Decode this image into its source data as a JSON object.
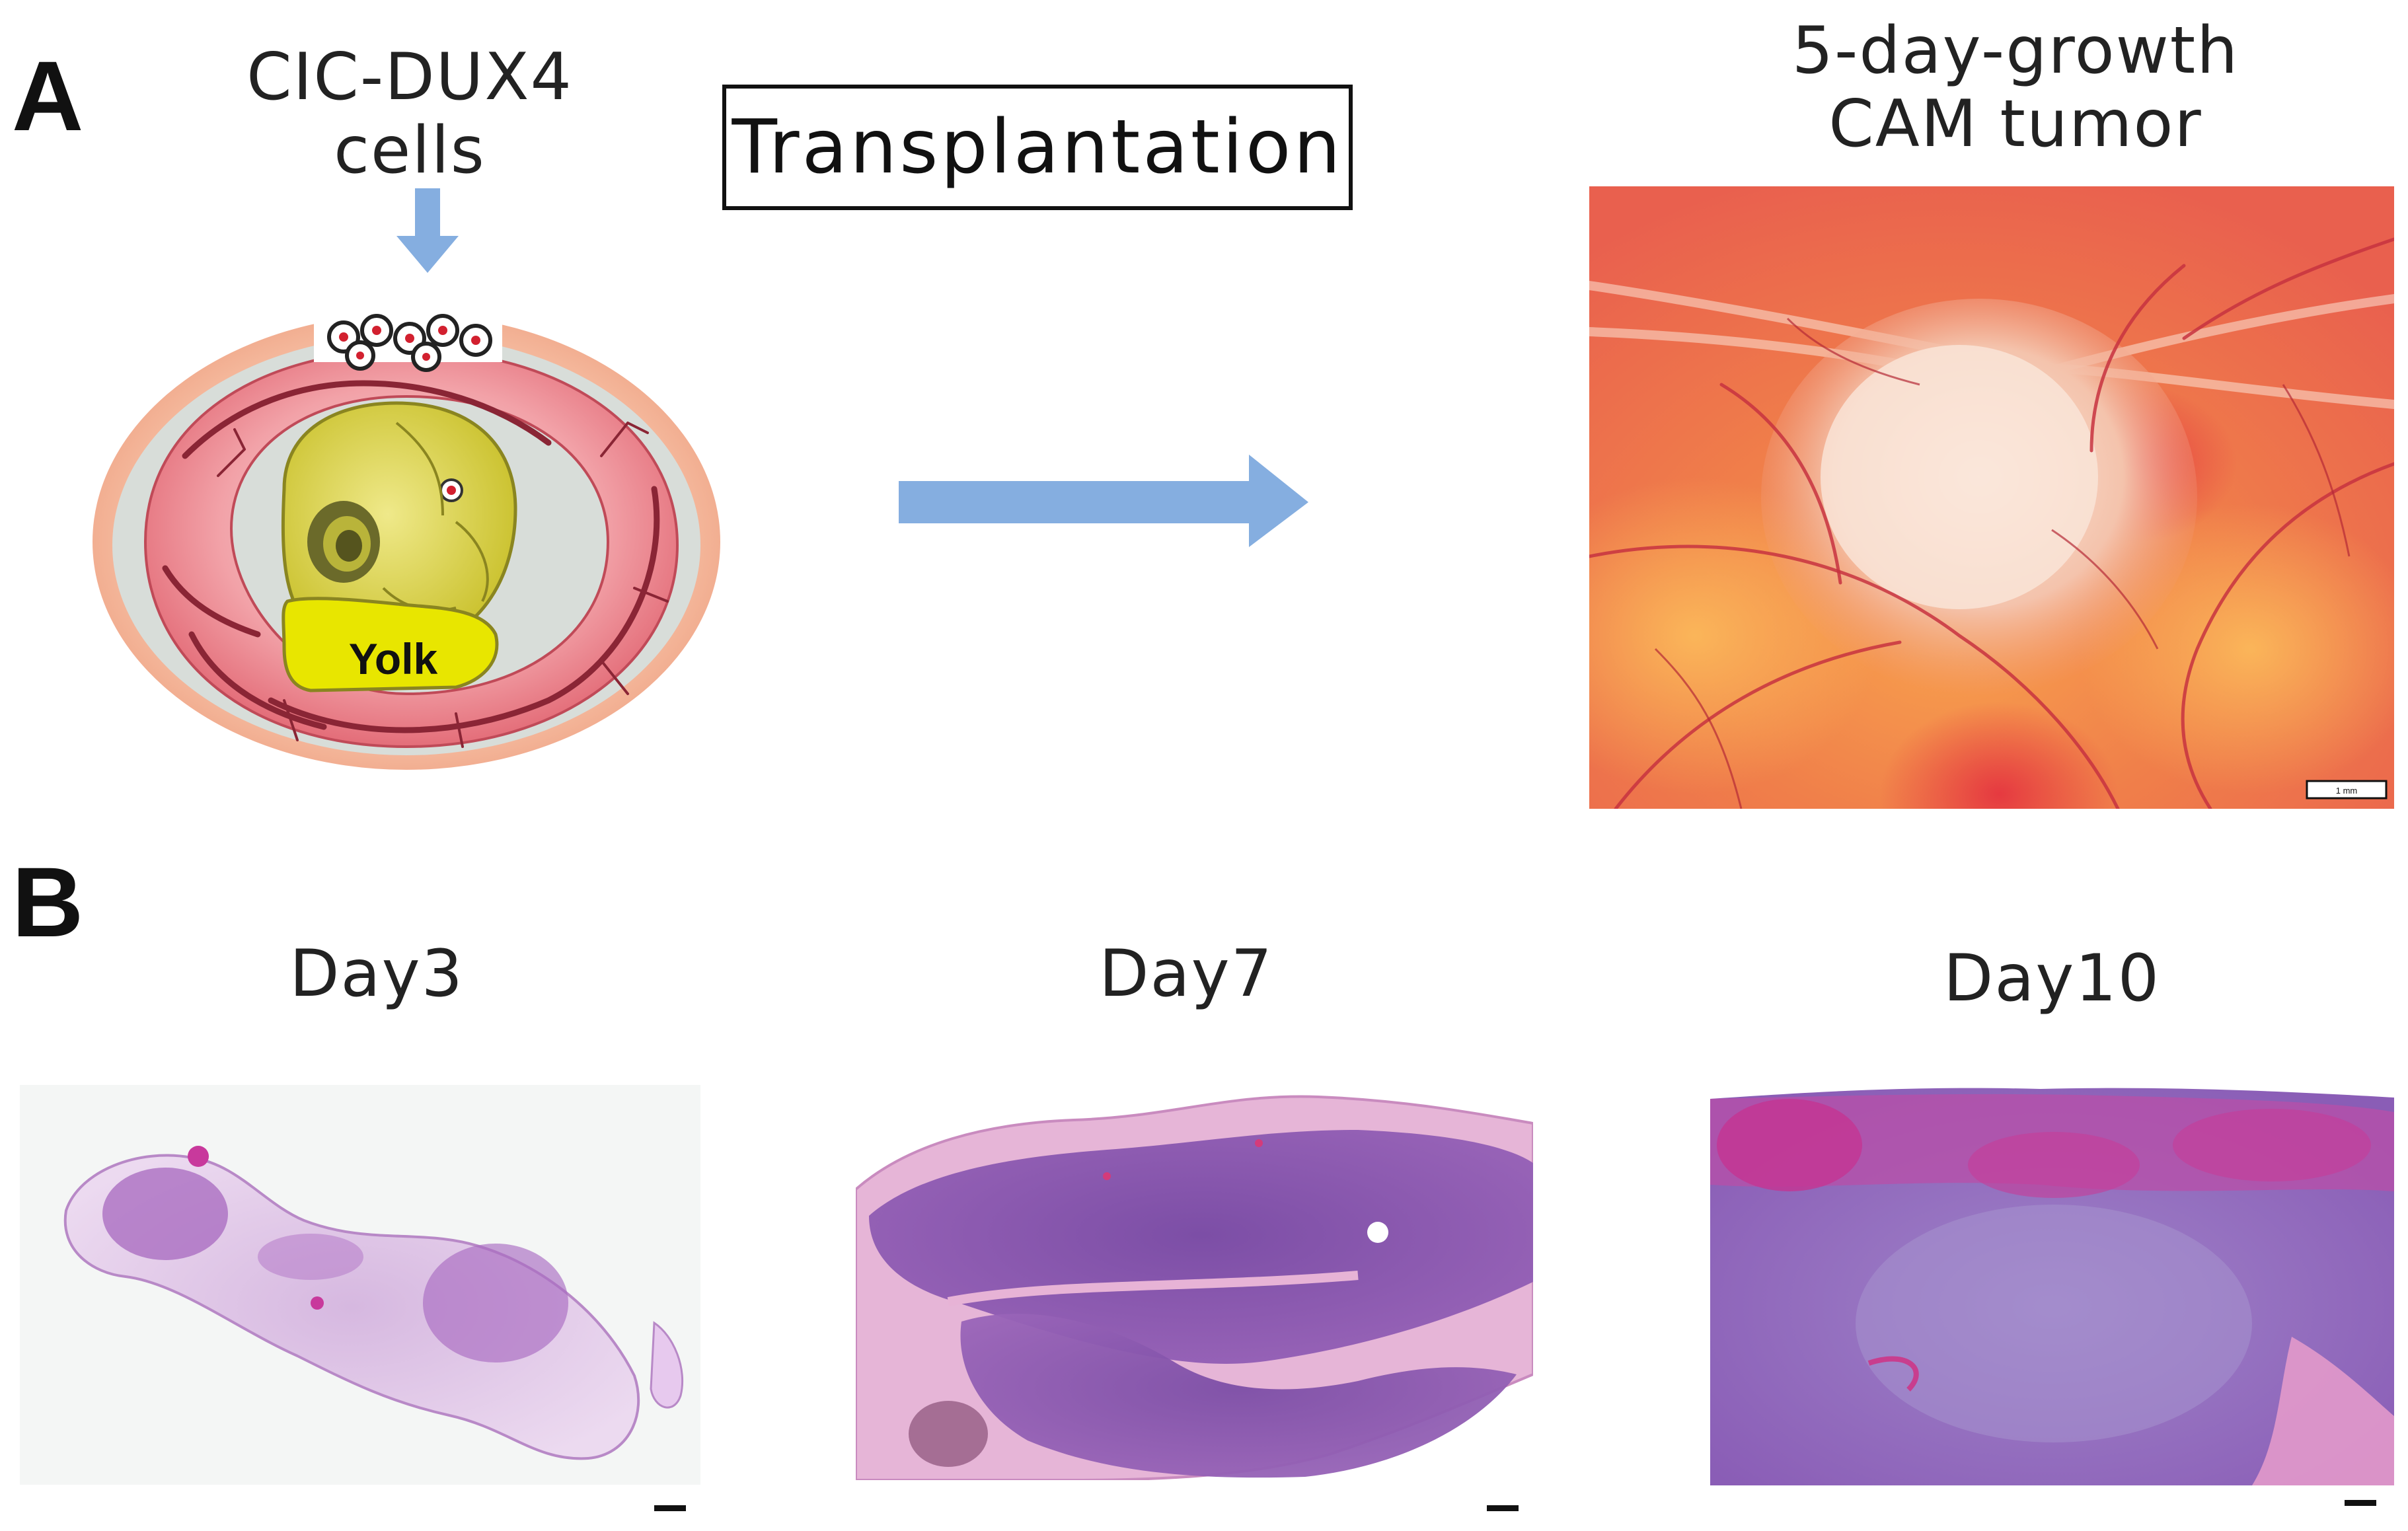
{
  "panel_a": {
    "letter": "A",
    "cells_label_line1": "CIC-DUX4",
    "cells_label_line2": "cells",
    "yolk_label": "Yolk",
    "transplantation_label": "Transplantation",
    "result_label_line1": "5-day-growth",
    "result_label_line2": "CAM tumor",
    "scale_bar_label": "1 mm"
  },
  "panel_b": {
    "letter": "B",
    "days": [
      {
        "label": "Day3"
      },
      {
        "label": "Day7"
      },
      {
        "label": "Day10"
      }
    ]
  },
  "colors": {
    "arrow": "#85aee0",
    "egg_shell": "#f4b89a",
    "membrane": "#e46a76",
    "embryo": "#d9d13a",
    "yolk": "#e8e600",
    "tissue": "#b56bc0"
  }
}
